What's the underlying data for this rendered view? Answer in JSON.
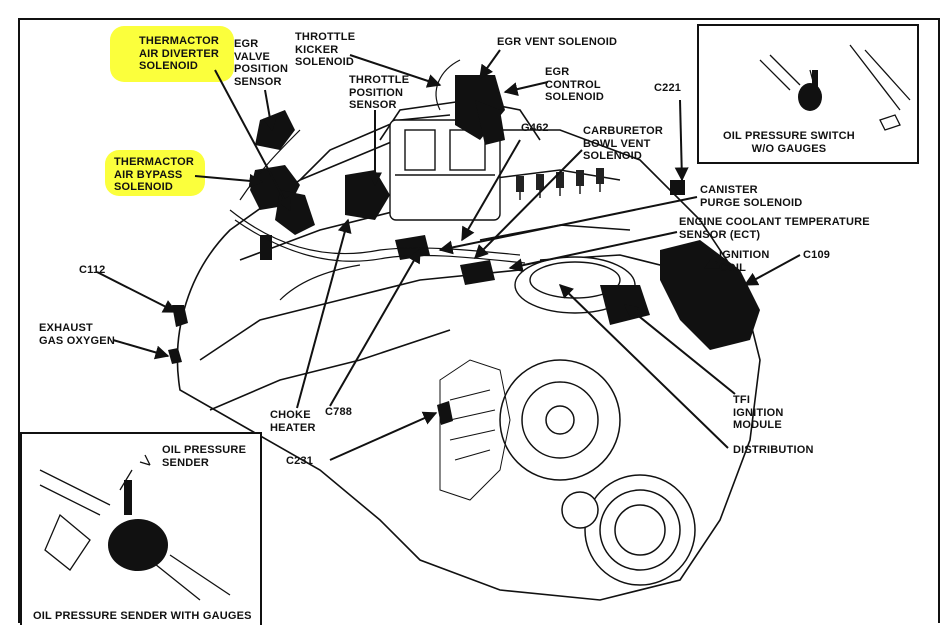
{
  "labels": {
    "thermactor_air_diverter": "THERMACTOR\nAIR DIVERTER\nSOLENOID",
    "egr_valve_position": "EGR\nVALVE\nPOSITION\nSENSOR",
    "throttle_kicker": "THROTTLE\nKICKER\nSOLENOID",
    "egr_vent": "EGR VENT SOLENOID",
    "throttle_position": "THROTTLE\nPOSITION\nSENSOR",
    "egr_control": "EGR\nCONTROL\nSOLENOID",
    "c221": "C221",
    "oil_pressure_switch": "OIL PRESSURE SWITCH\nW/O GAUGES",
    "g462": "G462",
    "carb_bowl_vent": "CARBURETOR\nBOWL VENT\nSOLENOID",
    "thermactor_air_bypass": "THERMACTOR\nAIR BYPASS\nSOLENOID",
    "canister_purge": "CANISTER\nPURGE SOLENOID",
    "ect": "ENGINE COOLANT TEMPERATURE\nSENSOR (ECT)",
    "ignition_coil": "IGNITION\nCOIL",
    "c109": "C109",
    "c112": "C112",
    "exhaust_gas_oxygen": "EXHAUST\nGAS OXYGEN",
    "tfi_module": "TFI\nIGNITION\nMODULE",
    "choke_heater": "CHOKE\nHEATER",
    "c788": "C788",
    "distribution": "DISTRIBUTION",
    "c231": "C231",
    "oil_pressure_sender": "OIL PRESSURE\nSENDER",
    "oil_pressure_sender_with_gauges": "OIL PRESSURE SENDER WITH GAUGES"
  },
  "colors": {
    "highlight": "#fbff3c",
    "ink": "#111111"
  }
}
